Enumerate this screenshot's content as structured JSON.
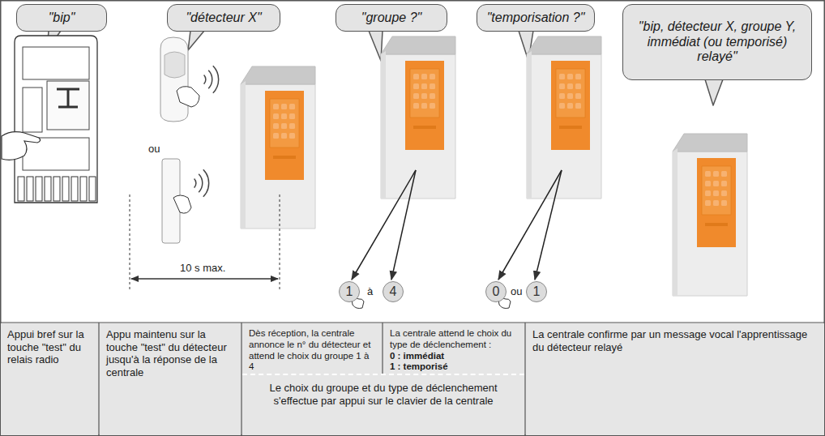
{
  "diagram": {
    "nodes": [
      {
        "text": [
          "\"bip\""
        ]
      },
      {
        "text": [
          "\"détecteur X\""
        ]
      },
      {
        "text": [
          "\"groupe ?\""
        ]
      },
      {
        "text": [
          "\"temporisation ?\""
        ]
      },
      {
        "text": [
          "\"bip, détecteur X, groupe Y, immédiat (ou temporisé) relayé\""
        ]
      },
      {
        "text": [
          "1"
        ]
      },
      {
        "text": [
          "4"
        ]
      },
      {
        "text": [
          "0"
        ]
      },
      {
        "text": [
          "1"
        ]
      },
      {
        "text": [
          "Appui bref sur la touche \"test\" du relais radio"
        ]
      },
      {
        "text": [
          "Appu maintenu sur la touche \"test\" du détecteur jusqu'à la réponse de la centrale"
        ]
      },
      {
        "text": [
          "Dès réception, la centrale annonce le n° du détecteur et attend le choix du groupe 1 à 4"
        ]
      },
      {
        "text": [
          "La centrale attend le choix du type de déclenchement :",
          "0 : immédiat",
          "1 : temporisé"
        ]
      },
      {
        "text": [
          "La centrale confirme par un message vocal l'apprentissage du détecteur relayé"
        ]
      },
      {
        "text": [
          "Le choix du groupe et du type de déclenchement s'effectue par appui sur le clavier de la centrale"
        ]
      }
    ],
    "labels": [
      "ou",
      "10 s max.",
      "à",
      "ou"
    ]
  }
}
